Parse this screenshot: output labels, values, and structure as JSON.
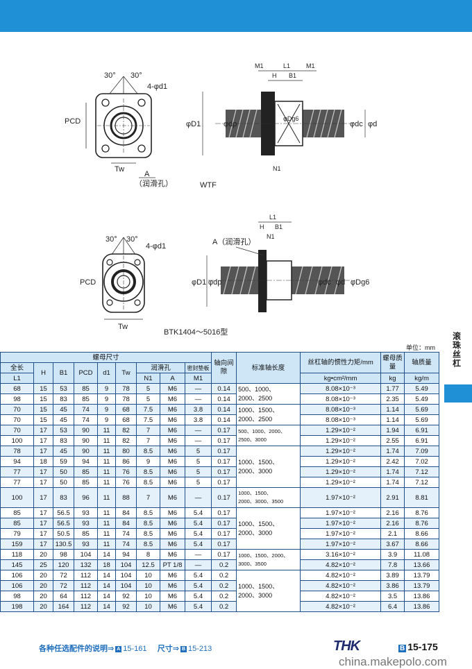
{
  "header": {
    "bar_color": "#1f8fd6"
  },
  "side": {
    "title": "滚珠丝杠"
  },
  "unit_label": "单位：mm",
  "diagram": {
    "top_front": {
      "angle1": "30°",
      "angle2": "30°",
      "holes": "4-φd1",
      "pcd": "PCD",
      "tw": "Tw",
      "a": "A",
      "lube": "（润滑孔）"
    },
    "top_side": {
      "m1a": "M1",
      "l1": "L1",
      "m1b": "M1",
      "h": "H",
      "b1": "B1",
      "d1": "φD1",
      "dp": "φdp",
      "dg6": "φDg6",
      "dc": "φdc",
      "d": "φd",
      "n1": "N1"
    },
    "wtf": "WTF",
    "bottom_front": {
      "angle1": "30°",
      "angle2": "30°",
      "holes": "4-φd1",
      "pcd": "PCD",
      "tw": "Tw"
    },
    "bottom_side": {
      "l1": "L1",
      "h": "H",
      "b1": "B1",
      "a_lube": "A（润滑孔）",
      "n1": "N1",
      "d1": "φD1",
      "dp": "φdp",
      "dc": "φdc",
      "d": "φd",
      "dg6": "φDg6"
    },
    "btk": "BTK1404～5016型"
  },
  "table": {
    "group_nut": "螺母尺寸",
    "lube_group": "润滑孔",
    "seal_group": "密封垫板",
    "col_l1": "全长",
    "col_l1_sub": "L1",
    "col_h": "H",
    "col_b1": "B1",
    "col_pcd": "PCD",
    "col_d1": "d1",
    "col_tw": "Tw",
    "col_n1": "N1",
    "col_a": "A",
    "col_m1": "M1",
    "col_axial": "轴向间隙",
    "col_std": "标准轴长度",
    "col_inertia": "丝杠轴的惯性力矩/mm",
    "col_inertia_unit": "kg•cm²/mm",
    "col_nutmass": "螺母质量",
    "col_nutmass_unit": "kg",
    "col_shaftmass": "轴质量",
    "col_shaftmass_unit": "kg/m",
    "rows": [
      [
        "68",
        "15",
        "53",
        "85",
        "9",
        "78",
        "5",
        "M6",
        "—",
        "0.14",
        "8.08×10⁻³",
        "1.77",
        "5.49"
      ],
      [
        "98",
        "15",
        "83",
        "85",
        "9",
        "78",
        "5",
        "M6",
        "—",
        "0.14",
        "8.08×10⁻³",
        "2.35",
        "5.49"
      ],
      [
        "70",
        "15",
        "45",
        "74",
        "9",
        "68",
        "7.5",
        "M6",
        "3.8",
        "0.14",
        "8.08×10⁻³",
        "1.14",
        "5.69"
      ],
      [
        "70",
        "15",
        "45",
        "74",
        "9",
        "68",
        "7.5",
        "M6",
        "3.8",
        "0.14",
        "8.08×10⁻³",
        "1.14",
        "5.69"
      ],
      [
        "70",
        "17",
        "53",
        "90",
        "11",
        "82",
        "7",
        "M6",
        "—",
        "0.17",
        "1.29×10⁻²",
        "1.94",
        "6.91"
      ],
      [
        "100",
        "17",
        "83",
        "90",
        "11",
        "82",
        "7",
        "M6",
        "—",
        "0.17",
        "1.29×10⁻²",
        "2.55",
        "6.91"
      ],
      [
        "78",
        "17",
        "45",
        "90",
        "11",
        "80",
        "8.5",
        "M6",
        "5",
        "0.17",
        "1.29×10⁻²",
        "1.74",
        "7.09"
      ],
      [
        "94",
        "18",
        "59",
        "94",
        "11",
        "86",
        "9",
        "M6",
        "5",
        "0.17",
        "1.29×10⁻²",
        "2.42",
        "7.02"
      ],
      [
        "77",
        "17",
        "50",
        "85",
        "11",
        "76",
        "8.5",
        "M6",
        "5",
        "0.17",
        "1.29×10⁻²",
        "1.74",
        "7.12"
      ],
      [
        "77",
        "17",
        "50",
        "85",
        "11",
        "76",
        "8.5",
        "M6",
        "5",
        "0.17",
        "1.29×10⁻²",
        "1.74",
        "7.12"
      ],
      [
        "100",
        "17",
        "83",
        "96",
        "11",
        "88",
        "7",
        "M6",
        "—",
        "0.17",
        "1.97×10⁻²",
        "2.91",
        "8.81"
      ],
      [
        "85",
        "17",
        "56.5",
        "93",
        "11",
        "84",
        "8.5",
        "M6",
        "5.4",
        "0.17",
        "1.97×10⁻²",
        "2.16",
        "8.76"
      ],
      [
        "85",
        "17",
        "56.5",
        "93",
        "11",
        "84",
        "8.5",
        "M6",
        "5.4",
        "0.17",
        "1.97×10⁻²",
        "2.16",
        "8.76"
      ],
      [
        "79",
        "17",
        "50.5",
        "85",
        "11",
        "74",
        "8.5",
        "M6",
        "5.4",
        "0.17",
        "1.97×10⁻²",
        "2.1",
        "8.66"
      ],
      [
        "159",
        "17",
        "130.5",
        "93",
        "11",
        "74",
        "8.5",
        "M6",
        "5.4",
        "0.17",
        "1.97×10⁻²",
        "3.67",
        "8.66"
      ],
      [
        "118",
        "20",
        "98",
        "104",
        "14",
        "94",
        "8",
        "M6",
        "—",
        "0.17",
        "3.16×10⁻²",
        "3.9",
        "11.08"
      ],
      [
        "145",
        "25",
        "120",
        "132",
        "18",
        "104",
        "12.5",
        "PT 1/8",
        "—",
        "0.2",
        "4.82×10⁻²",
        "7.8",
        "13.66"
      ],
      [
        "106",
        "20",
        "72",
        "112",
        "14",
        "104",
        "10",
        "M6",
        "5.4",
        "0.2",
        "4.82×10⁻²",
        "3.89",
        "13.79"
      ],
      [
        "106",
        "20",
        "72",
        "112",
        "14",
        "104",
        "10",
        "M6",
        "5.4",
        "0.2",
        "4.82×10⁻²",
        "3.86",
        "13.79"
      ],
      [
        "98",
        "20",
        "64",
        "112",
        "14",
        "92",
        "10",
        "M6",
        "5.4",
        "0.2",
        "4.82×10⁻²",
        "3.5",
        "13.86"
      ],
      [
        "198",
        "20",
        "164",
        "112",
        "14",
        "92",
        "10",
        "M6",
        "5.4",
        "0.2",
        "4.82×10⁻²",
        "6.4",
        "13.86"
      ]
    ],
    "std_lengths": [
      {
        "text": "500、1000、",
        "text2": "2000、2500",
        "small": false
      },
      {
        "text": "1000、1500、",
        "text2": "2000、2500",
        "small": false
      },
      {
        "text": "500、1000、2000、",
        "text2": "2500、3000",
        "small": true
      },
      {
        "text": "1000、1500、",
        "text2": "2000、3000",
        "small": false
      },
      {
        "text": "1000、1500、",
        "text2": "2000、3000、3500",
        "small": true
      },
      {
        "text": "1000、1500、",
        "text2": "2000、3000",
        "small": false
      },
      {
        "text": "1000、1500、2000、",
        "text2": "3000、3500",
        "small": true
      },
      {
        "text": "1000、1500、",
        "text2": "2000、3000",
        "small": false
      }
    ]
  },
  "footer": {
    "select_label": "各种任选配件的说明⇒",
    "select_box": "A",
    "select_ref": "15-161",
    "dim_label": "尺寸⇒",
    "dim_box": "B",
    "dim_ref": "15-213",
    "brand": "THK",
    "page_box": "B",
    "page": "15-175",
    "watermark": "china.makepolo.com"
  }
}
